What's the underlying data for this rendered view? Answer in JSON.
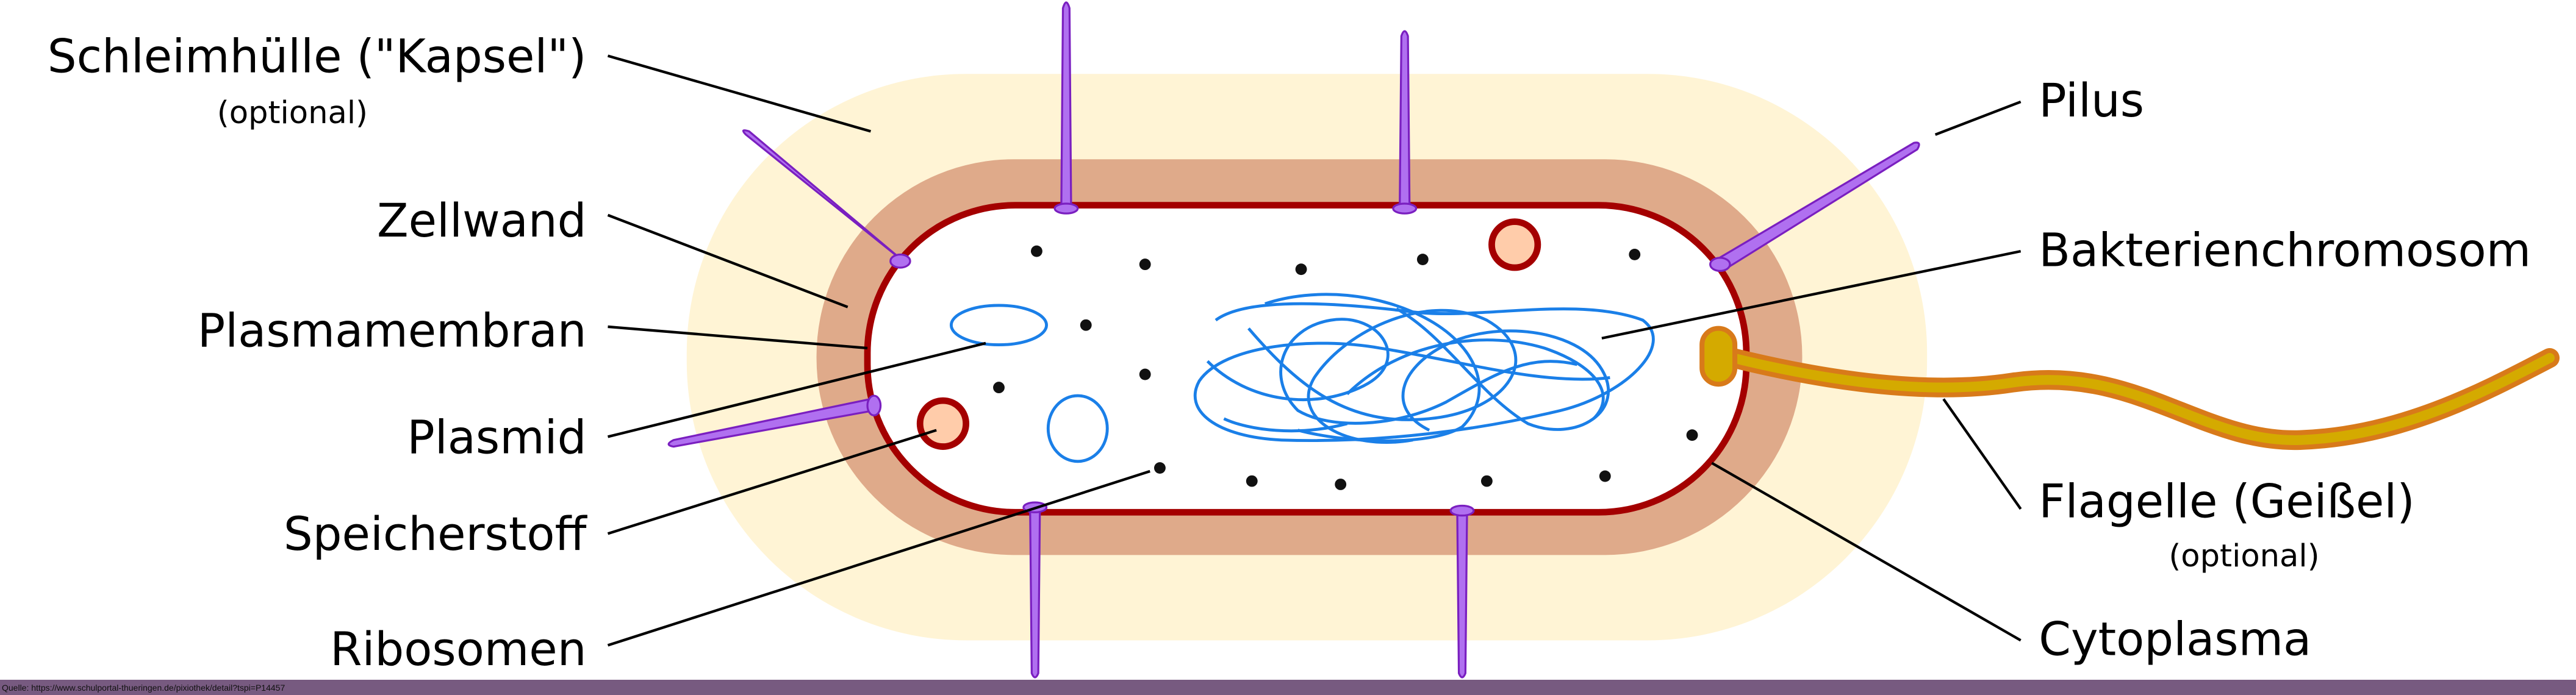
{
  "labels": {
    "capsule": "Schleimhülle (\"Kapsel\")",
    "capsule_note": "(optional)",
    "cell_wall": "Zellwand",
    "membrane": "Plasmamembran",
    "plasmid": "Plasmid",
    "storage": "Speicherstoff",
    "ribosomes": "Ribosomen",
    "pilus": "Pilus",
    "chromosome": "Bakterienchromosom",
    "flagellum": "Flagelle (Geißel)",
    "flagellum_note": "(optional)",
    "cytoplasm": "Cytoplasma"
  },
  "footer": {
    "source": "Quelle: https://www.schulportal-thueringen.de/pixiothek/detail?tspi=P14457"
  },
  "colors": {
    "capsule": "#fff4d5",
    "cell_wall": "#dfaa8a",
    "membrane": "#a40000",
    "pilus": "#b070f0",
    "chromosome": "#1a7fe8",
    "flagellum": "#d87a1a",
    "footer": "#775a80"
  }
}
